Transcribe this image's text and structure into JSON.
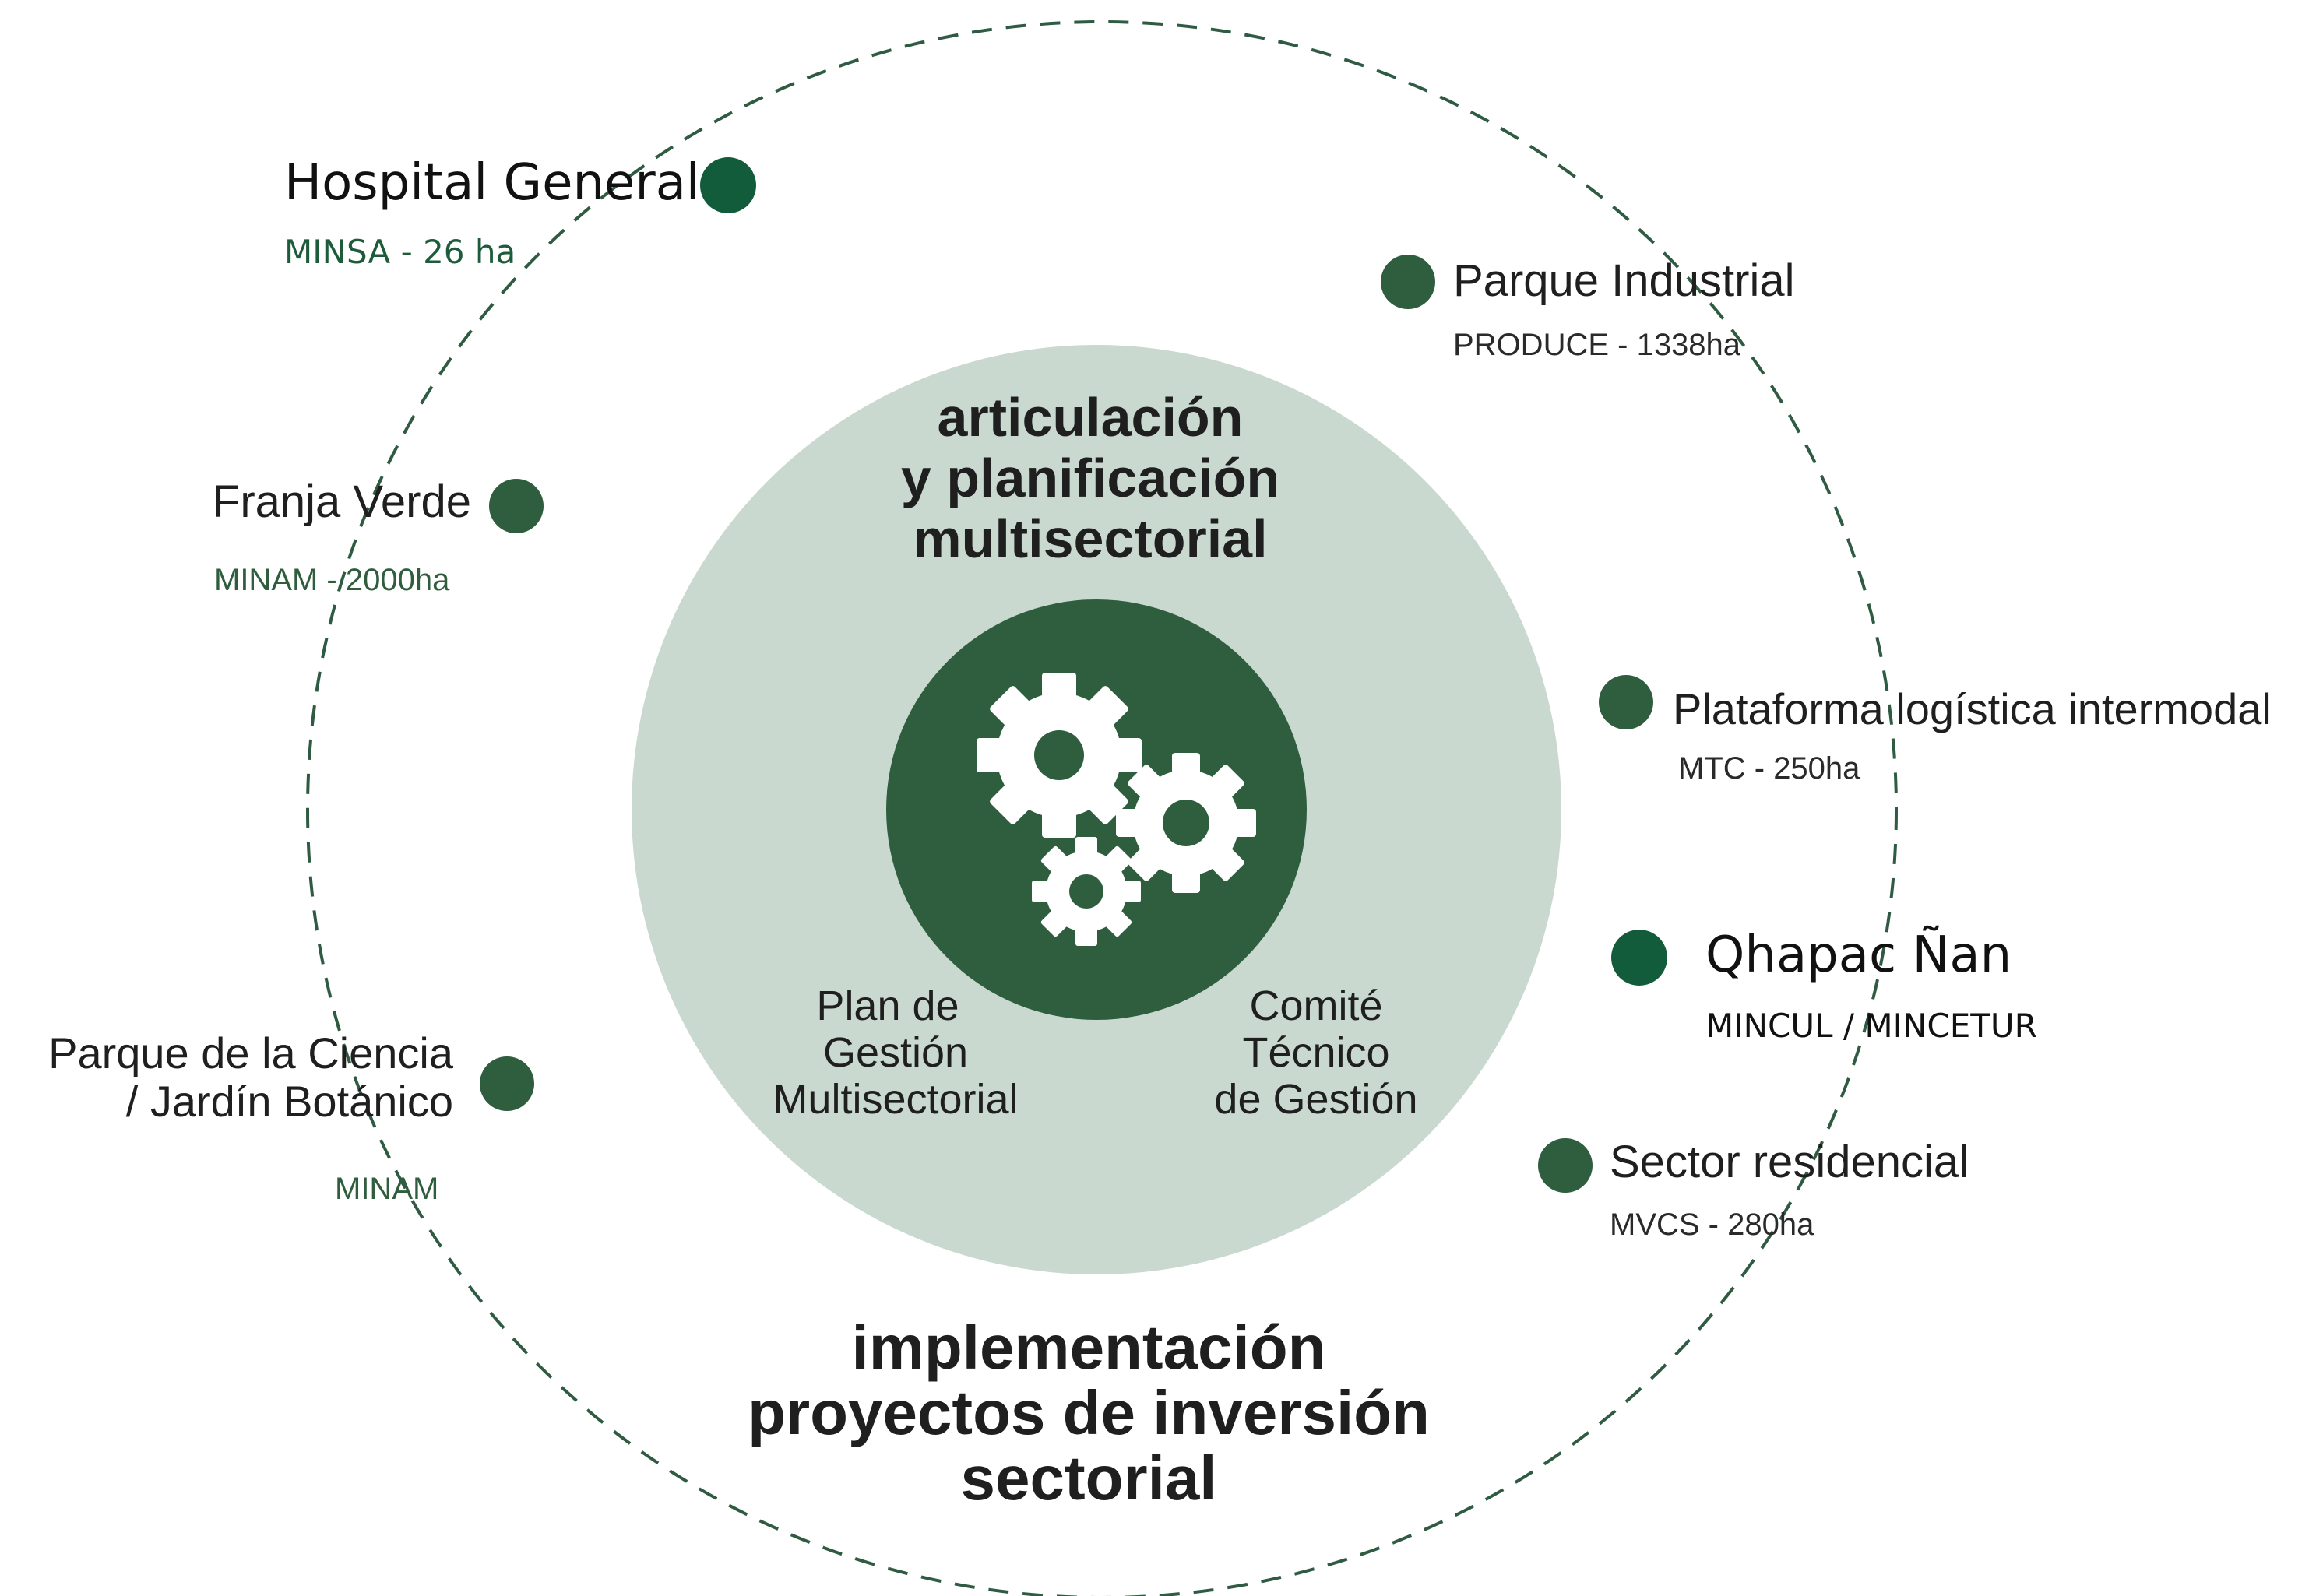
{
  "colors": {
    "outer_ring": "#2f5b42",
    "middle_disc": "#c9d9cf",
    "inner_disc": "#2e5e3e",
    "node_dot": "#2e5e3e",
    "node_dot_bright": "#125c3b",
    "gear": "#ffffff"
  },
  "center": {
    "title_lines": [
      "articulación",
      "y planificación",
      "multisectorial"
    ],
    "gears_icon": "gears-icon",
    "left_label_lines": [
      "Plan de",
      "Gestión",
      "Multisectorial"
    ],
    "right_label_lines": [
      "Comité",
      "Técnico",
      "de Gestión"
    ]
  },
  "bottom_title_lines": [
    "implementación",
    "proyectos de inversión",
    "sectorial"
  ],
  "nodes": [
    {
      "id": "hospital-general",
      "name": "Hospital General",
      "sub": "MINSA - 26 ha"
    },
    {
      "id": "parque-industrial",
      "name": "Parque Industrial",
      "sub": "PRODUCE - 1338ha"
    },
    {
      "id": "franja-verde",
      "name": "Franja Verde",
      "sub": "MINAM - 2000ha"
    },
    {
      "id": "plataforma-logistica",
      "name": "Plataforma logística intermodal",
      "sub": "MTC - 250ha"
    },
    {
      "id": "qhapac-nan",
      "name": "Qhapac Ñan",
      "sub": "MINCUL / MINCETUR"
    },
    {
      "id": "parque-ciencia",
      "name_lines": [
        "Parque de la Ciencia",
        "/ Jardín Botánico"
      ],
      "sub": "MINAM"
    },
    {
      "id": "sector-residencial",
      "name": "Sector residencial",
      "sub": "MVCS - 280ha"
    }
  ]
}
